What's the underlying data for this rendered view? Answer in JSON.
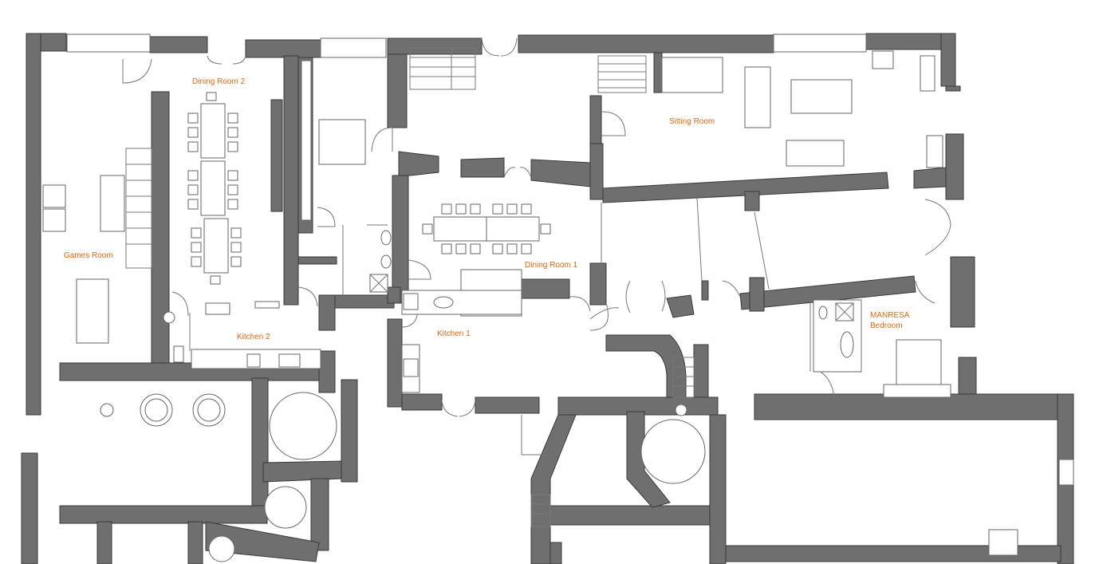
{
  "rooms": {
    "games_room": "Games Room",
    "dining_room_2": "Dining Room 2",
    "kitchen_2": "Kitchen 2",
    "dining_room_1": "Dining Room 1",
    "kitchen_1": "Kitchen 1",
    "sitting_room": "Sitting Room",
    "manresa_line1": "MANRESA",
    "manresa_line2": "Bedroom"
  },
  "colors": {
    "wall": "#6f6f6f",
    "label": "#e06a12",
    "background": "#ffffff"
  }
}
